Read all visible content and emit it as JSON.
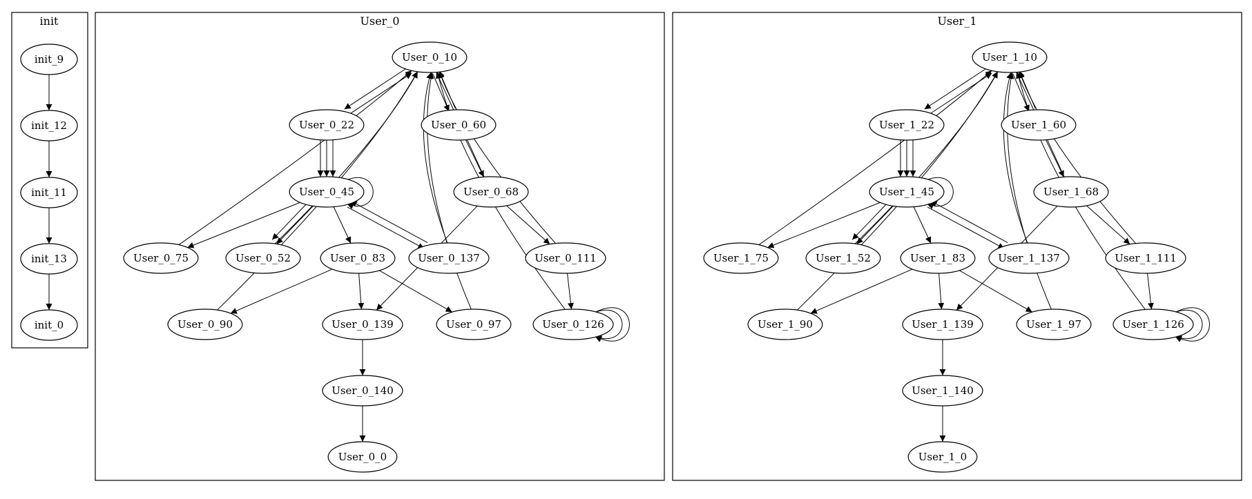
{
  "clusters": [
    {
      "id": "init",
      "label": "init",
      "nodes": [
        "init_9",
        "init_12",
        "init_11",
        "init_13",
        "init_0"
      ],
      "edges": [
        [
          "init_9",
          "init_12"
        ],
        [
          "init_12",
          "init_11"
        ],
        [
          "init_11",
          "init_13"
        ],
        [
          "init_13",
          "init_0"
        ]
      ]
    },
    {
      "id": "User_0",
      "label": "User_0",
      "nodes": [
        "User_0_10",
        "User_0_22",
        "User_0_60",
        "User_0_45",
        "User_0_68",
        "User_0_75",
        "User_0_52",
        "User_0_83",
        "User_0_137",
        "User_0_111",
        "User_0_90",
        "User_0_139",
        "User_0_97",
        "User_0_126",
        "User_0_140",
        "User_0_0"
      ],
      "edges": [
        [
          "User_0_10",
          "User_0_22"
        ],
        [
          "User_0_22",
          "User_0_10"
        ],
        [
          "User_0_10",
          "User_0_60"
        ],
        [
          "User_0_60",
          "User_0_10"
        ],
        [
          "User_0_22",
          "User_0_45"
        ],
        [
          "User_0_22",
          "User_0_45"
        ],
        [
          "User_0_22",
          "User_0_45"
        ],
        [
          "User_0_60",
          "User_0_68"
        ],
        [
          "User_0_45",
          "User_0_45"
        ],
        [
          "User_0_45",
          "User_0_75"
        ],
        [
          "User_0_45",
          "User_0_52"
        ],
        [
          "User_0_45",
          "User_0_52"
        ],
        [
          "User_0_45",
          "User_0_83"
        ],
        [
          "User_0_45",
          "User_0_137"
        ],
        [
          "User_0_137",
          "User_0_45"
        ],
        [
          "User_0_68",
          "User_0_111"
        ],
        [
          "User_0_68",
          "User_0_10"
        ],
        [
          "User_0_75",
          "User_0_10"
        ],
        [
          "User_0_52",
          "User_0_10"
        ],
        [
          "User_0_137",
          "User_0_10"
        ],
        [
          "User_0_111",
          "User_0_10"
        ],
        [
          "User_0_111",
          "User_0_126"
        ],
        [
          "User_0_83",
          "User_0_90"
        ],
        [
          "User_0_83",
          "User_0_139"
        ],
        [
          "User_0_83",
          "User_0_97"
        ],
        [
          "User_0_90",
          "User_0_10"
        ],
        [
          "User_0_97",
          "User_0_10"
        ],
        [
          "User_0_68",
          "User_0_139"
        ],
        [
          "User_0_126",
          "User_0_10"
        ],
        [
          "User_0_126",
          "User_0_126"
        ],
        [
          "User_0_126",
          "User_0_126"
        ],
        [
          "User_0_139",
          "User_0_140"
        ],
        [
          "User_0_140",
          "User_0_0"
        ]
      ]
    },
    {
      "id": "User_1",
      "label": "User_1",
      "nodes": [
        "User_1_10",
        "User_1_22",
        "User_1_60",
        "User_1_45",
        "User_1_68",
        "User_1_75",
        "User_1_52",
        "User_1_83",
        "User_1_137",
        "User_1_111",
        "User_1_90",
        "User_1_139",
        "User_1_97",
        "User_1_126",
        "User_1_140",
        "User_1_0"
      ],
      "edges": [
        [
          "User_1_10",
          "User_1_22"
        ],
        [
          "User_1_22",
          "User_1_10"
        ],
        [
          "User_1_10",
          "User_1_60"
        ],
        [
          "User_1_60",
          "User_1_10"
        ],
        [
          "User_1_22",
          "User_1_45"
        ],
        [
          "User_1_22",
          "User_1_45"
        ],
        [
          "User_1_22",
          "User_1_45"
        ],
        [
          "User_1_60",
          "User_1_68"
        ],
        [
          "User_1_45",
          "User_1_45"
        ],
        [
          "User_1_45",
          "User_1_75"
        ],
        [
          "User_1_45",
          "User_1_52"
        ],
        [
          "User_1_45",
          "User_1_52"
        ],
        [
          "User_1_45",
          "User_1_83"
        ],
        [
          "User_1_45",
          "User_1_137"
        ],
        [
          "User_1_137",
          "User_1_45"
        ],
        [
          "User_1_68",
          "User_1_111"
        ],
        [
          "User_1_68",
          "User_1_10"
        ],
        [
          "User_1_75",
          "User_1_10"
        ],
        [
          "User_1_52",
          "User_1_10"
        ],
        [
          "User_1_137",
          "User_1_10"
        ],
        [
          "User_1_111",
          "User_1_10"
        ],
        [
          "User_1_111",
          "User_1_126"
        ],
        [
          "User_1_83",
          "User_1_90"
        ],
        [
          "User_1_83",
          "User_1_139"
        ],
        [
          "User_1_83",
          "User_1_97"
        ],
        [
          "User_1_90",
          "User_1_10"
        ],
        [
          "User_1_97",
          "User_1_10"
        ],
        [
          "User_1_68",
          "User_1_139"
        ],
        [
          "User_1_126",
          "User_1_10"
        ],
        [
          "User_1_126",
          "User_1_126"
        ],
        [
          "User_1_126",
          "User_1_126"
        ],
        [
          "User_1_139",
          "User_1_140"
        ],
        [
          "User_1_140",
          "User_1_0"
        ]
      ]
    }
  ]
}
